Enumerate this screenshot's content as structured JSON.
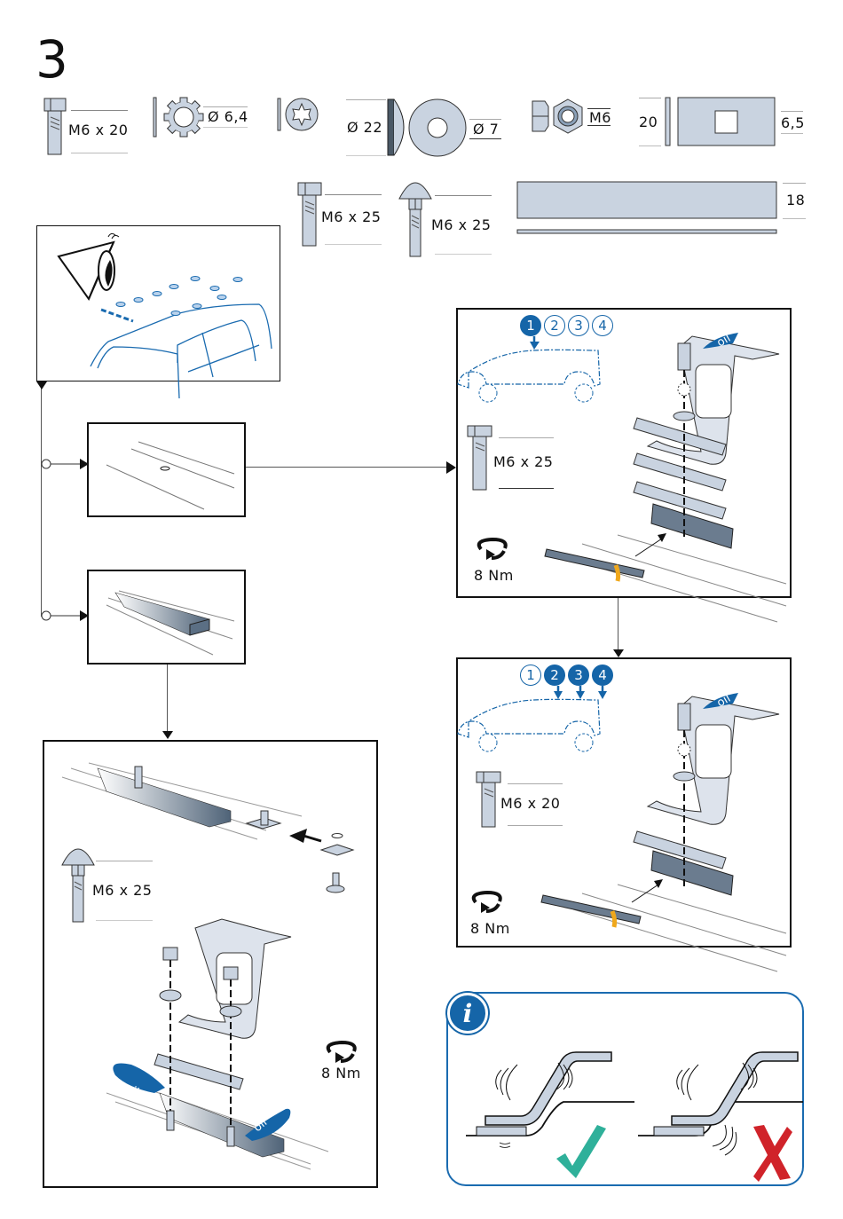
{
  "step": {
    "number": "3"
  },
  "parts": {
    "bolt_m6x20": "M6 x 20",
    "lock_washer": "Ø 6,4",
    "washer_22": "Ø 22",
    "washer_7": "Ø 7",
    "nut": "M6",
    "plate_width": "20",
    "plate_thickness": "6,5",
    "bolt_m6x25": "M6 x 25",
    "carriage_bolt_m6x25": "M6 x 25",
    "strip_width": "18"
  },
  "flow": {
    "inspect_box": {
      "icon": "eye-icon"
    },
    "option_a": {
      "desc": "roof-with-fixing-holes"
    },
    "option_b": {
      "desc": "roof-with-t-track"
    }
  },
  "panel_holes_step1": {
    "sequence": [
      "1",
      "2",
      "3",
      "4"
    ],
    "active": [
      "1"
    ],
    "bolt_label": "M6 x 25",
    "torque": "8 Nm",
    "oil_label": "oil"
  },
  "panel_holes_step2": {
    "sequence": [
      "1",
      "2",
      "3",
      "4"
    ],
    "active": [
      "2",
      "3",
      "4"
    ],
    "bolt_label": "M6 x 20",
    "torque": "8 Nm",
    "oil_label": "oil"
  },
  "panel_track": {
    "bolt_label": "M6 x 25",
    "torque": "8 Nm",
    "oil_left": "oil",
    "oil_right": "oil"
  },
  "info_box": {
    "icon_label": "i",
    "correct": "check-icon",
    "wrong": "cross-icon"
  },
  "colors": {
    "accent": "#1565a8",
    "metal": "#c9d3e0",
    "check": "#2fb09a",
    "cross": "#d0232a",
    "tape": "#f0a81c"
  }
}
